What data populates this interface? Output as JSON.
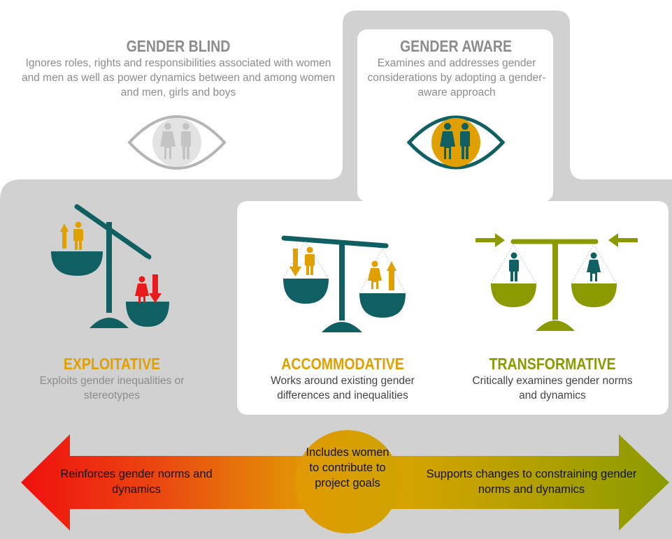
{
  "gender_blind": {
    "title": "GENDER BLIND",
    "description": "Ignores roles, rights and responsibilities associated with women and men as well as power dynamics between and among women and men, girls and boys",
    "icon": "eye-icon-grey"
  },
  "gender_aware": {
    "title": "GENDER AWARE",
    "description": "Examines and addresses gender considerations by adopting a gender-aware approach",
    "icon": "eye-icon-teal"
  },
  "categories": [
    {
      "title": "EXPLOITATIVE",
      "description": "Exploits gender inequalities or stereotypes",
      "color": "#e0a000",
      "icon": "unbalanced-scale-icon"
    },
    {
      "title": "ACCOMMODATIVE",
      "description": "Works around existing gender differences and inequalities",
      "color": "#e0a000",
      "icon": "tilted-scale-icon"
    },
    {
      "title": "TRANSFORMATIVE",
      "description": "Critically examines gender norms and dynamics",
      "color": "#8a9a00",
      "icon": "balanced-scale-icon"
    }
  ],
  "continuum": {
    "left": "Reinforces gender norms and dynamics",
    "center": "Includes women to contribute to project goals",
    "right": "Supports changes to constraining gender norms and dynamics"
  },
  "colors": {
    "teal": "#0f5f63",
    "orange": "#e0a000",
    "olive": "#8a9a00",
    "red": "#e81c1c",
    "grey_panel": "#d0d0d0"
  }
}
